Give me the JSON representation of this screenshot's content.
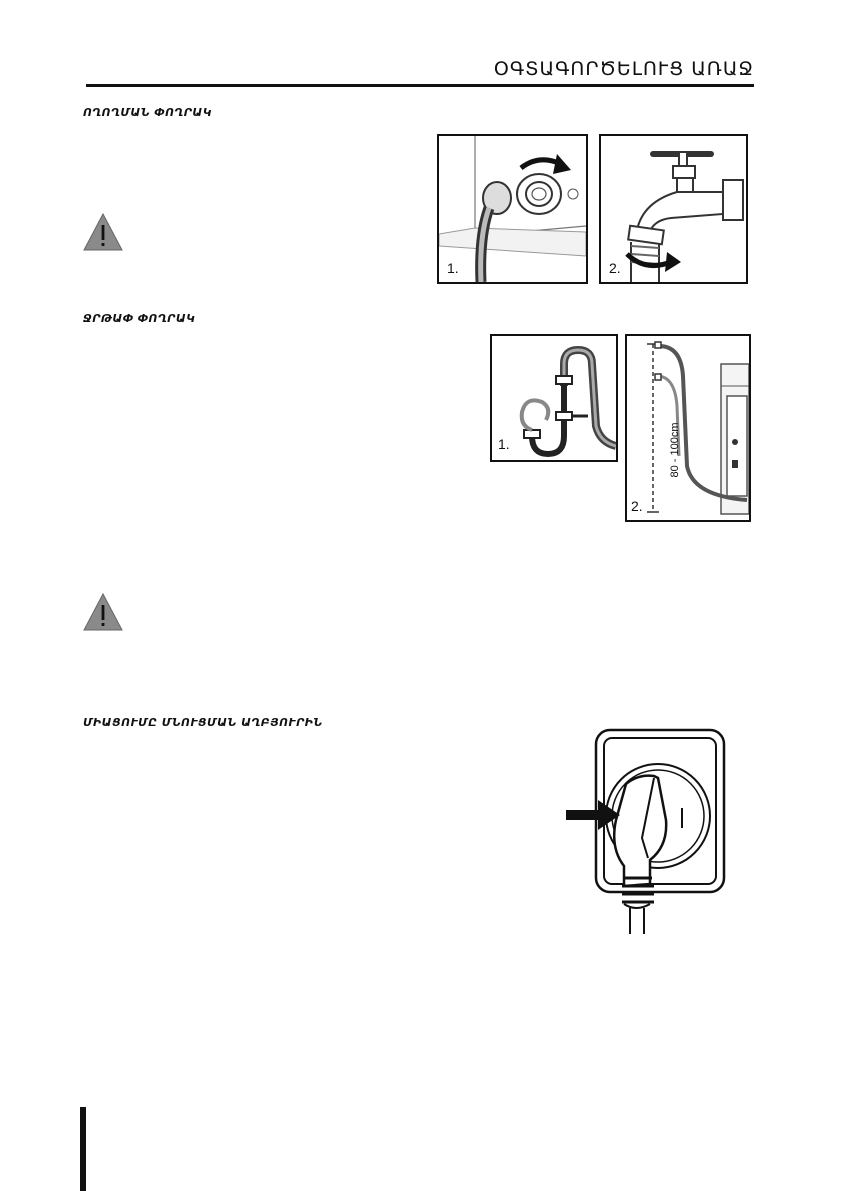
{
  "header": {
    "title": "ՕԳՏԱԳՈՐԾԵԼՈՒՑ ԱՌԱՋ"
  },
  "sections": [
    {
      "title": "ՈՂՈՂՄԱՆ ՓՈՂՐԱԿ"
    },
    {
      "title": "ՋՐԹԱՓ ՓՈՂՐԱԿ"
    },
    {
      "title": "ՄԻԱՑՈՒՄԸ ՄՆՈՒՑՄԱՆ ԱՂԲՅՈՒՐԻՆ"
    }
  ],
  "figures": {
    "inlet": {
      "step1": "1.",
      "step2": "2."
    },
    "drain": {
      "step1": "1.",
      "step2": "2.",
      "height_label": "80 - 100cm"
    }
  },
  "colors": {
    "text": "#111111",
    "warning_gray": "#8a8a8a",
    "hose": "#555555"
  }
}
